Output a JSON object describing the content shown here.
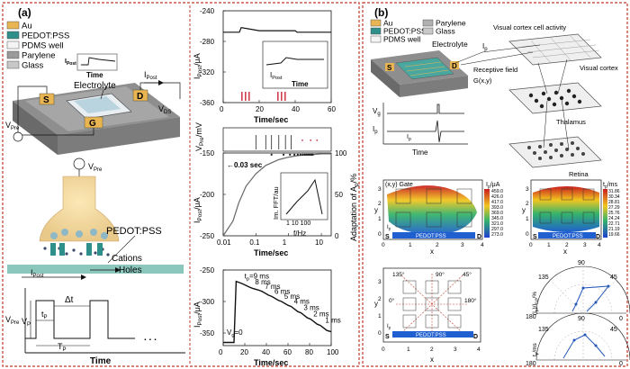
{
  "panel_a": {
    "label": "(a)",
    "legend": [
      {
        "name": "Au",
        "color": "#e9b452"
      },
      {
        "name": "PEDOT:PSS",
        "color": "#2f8f8a"
      },
      {
        "name": "PDMS well",
        "color": "#f4f4f4"
      },
      {
        "name": "Parylene",
        "color": "#9a9a9a"
      },
      {
        "name": "Glass",
        "color": "#c8c8c8"
      }
    ],
    "device": {
      "electrolyte": "Electrolyte",
      "s": "S",
      "d": "D",
      "g": "G",
      "ipost": "I",
      "ipost_sub": "Post",
      "vds": "V",
      "vds_sub": "DS",
      "vpre": "V",
      "vpre_sub": "Pre"
    },
    "inset": {
      "ylabel": "I",
      "ylabel_sub": "Post",
      "xlabel": "Time"
    },
    "synapse": {
      "vpre": "V",
      "vpre_sub": "Pre",
      "pedot": "PEDOT:PSS",
      "cations": "Cations",
      "holes": "Holes",
      "ipost": "I",
      "ipost_sub": "Post"
    },
    "pulse": {
      "ylabel": "V",
      "ylabel_sub": "Pre",
      "xlabel": "Time",
      "vp": "V",
      "vp_sub": "P",
      "tp": "t",
      "tp_sub": "P",
      "dt": "Δt",
      "Tp": "T",
      "Tp_sub": "P",
      "dots": ". . ."
    }
  },
  "panel_b": {
    "label": "(b)",
    "legend": [
      {
        "name": "Au",
        "color": "#e9b452"
      },
      {
        "name": "Parylene",
        "color": "#b0b0b0"
      },
      {
        "name": "PEDOT:PSS",
        "color": "#2f8f8a"
      },
      {
        "name": "Glass",
        "color": "#c8c8c8"
      },
      {
        "name": "PDMS well",
        "color": "#f4f4f4"
      }
    ],
    "device": {
      "electrolyte": "Electrolyte",
      "s": "S",
      "d": "D"
    },
    "vision": {
      "activity": "Visual cortex cell activity",
      "receptive": "Receptive field",
      "gxy": "G(x,y)",
      "ip": "I",
      "ip_sub": "p",
      "cortex": "Visual cortex",
      "thalamus": "Thalamus",
      "retina": "Retina"
    },
    "trace": {
      "vg": "V",
      "vg_sub": "g",
      "ip": "I",
      "ip_sub": "p",
      "ip2": "I",
      "ip2_sub": "p",
      "xlabel": "Time"
    },
    "map1": {
      "title": "(x,y) Gate",
      "unit": "I",
      "unit_sub": "p",
      "unit_tail": "/μA",
      "xlabel": "x",
      "ylabel": "y",
      "pedot": "PEDOT:PSS",
      "s": "S",
      "d": "D",
      "ip": "I",
      "ip_sub": "p",
      "scale": [
        "459.0",
        "426.0",
        "417.0",
        "393.0",
        "369.0",
        "345.0",
        "321.0",
        "297.0",
        "273.0"
      ]
    },
    "map2": {
      "unit": "t",
      "unit_sub": "p",
      "unit_tail": "/ms",
      "xlabel": "x",
      "ylabel": "y",
      "pedot": "PEDOT:PSS",
      "s": "S",
      "d": "D",
      "scale": [
        "31.86",
        "30.34",
        "28.81",
        "27.29",
        "25.76",
        "24.24",
        "22.71",
        "21.19",
        "19.66"
      ]
    },
    "orient": {
      "xlabel": "x",
      "ylabel": "y",
      "pedot": "PEDOT:PSS",
      "s": "S",
      "d": "D",
      "ip": "I",
      "ip_sub": "p",
      "angles": [
        "135°",
        "90°",
        "45°",
        "0°",
        "180°"
      ]
    },
    "polar1": {
      "ylabel": "(I",
      "ylabel_tail": ")/I",
      "sub1": "p",
      "sub2": "0,0",
      "pct": "/%",
      "a90": "90",
      "a135": "135",
      "a45": "45",
      "a180": "180",
      "a0": "0"
    },
    "polar2": {
      "ylabel": "t",
      "sub": "p",
      "tail": "/ms",
      "a90": "90",
      "a135": "135",
      "a45": "45",
      "a180": "180",
      "a0": "0"
    }
  },
  "chart_data": [
    {
      "type": "line",
      "xlabel": "Time/sec",
      "ylabel": "I",
      "ylabel_sub": "Post",
      "ylabel_tail": "/μA",
      "xlim": [
        0,
        60
      ],
      "xticks": [
        0,
        20,
        40,
        60
      ],
      "ylim": [
        -360,
        -240
      ],
      "yticks": [
        -360,
        -320,
        -280,
        -240
      ],
      "inset_ylabel": "I",
      "inset_ylabel_sub": "Post",
      "inset_xlabel": "Time",
      "series": [
        {
          "x": [
            0,
            1,
            2,
            3,
            4,
            5,
            6,
            7,
            8,
            9,
            10,
            15,
            20,
            25,
            30,
            35,
            40,
            41,
            42,
            45,
            50,
            55,
            60
          ],
          "values": [
            -268,
            -268,
            -268,
            -268,
            -268,
            -268,
            -268,
            -268,
            -268,
            -268,
            -262,
            -264,
            -266,
            -266,
            -266,
            -266,
            -266,
            -268,
            -268,
            -268,
            -268,
            -268,
            -268
          ]
        }
      ]
    },
    {
      "type": "line",
      "xlabel": "Time/sec",
      "ylabel_top": "V",
      "ylabel_top_sub": "Pre",
      "ylabel_top_tail": "/mV",
      "ylabel": "I",
      "ylabel_sub": "Post",
      "ylabel_tail": "/μA",
      "ylabel_right": "Adaptation of A",
      "ylabel_right_sub": "p",
      "ylabel_right_tail": "/%",
      "xscale": "log",
      "xticks": [
        "0.01",
        "0.1",
        "1",
        "10"
      ],
      "ylim_left": [
        -250,
        -150
      ],
      "yticks_left": [
        -250,
        -200,
        -150
      ],
      "yticks_right": [
        0,
        50,
        100
      ],
      "annotation": "0.03 sec",
      "inset_ylabel": "Im. FFT/au",
      "inset_xlabel": "f/Hz",
      "inset_xticks": [
        "1",
        "10",
        "100"
      ],
      "series": [
        {
          "x": [
            0.01,
            0.02,
            0.03,
            0.05,
            0.1,
            0.2,
            0.5,
            1,
            2,
            5,
            10,
            20
          ],
          "values": [
            -250,
            -232,
            -210,
            -190,
            -175,
            -165,
            -158,
            -155,
            -153,
            -152,
            -151,
            -151
          ]
        }
      ]
    },
    {
      "type": "line",
      "xlabel": "Time/sec",
      "ylabel": "I",
      "ylabel_sub": "Post",
      "ylabel_tail": "/μA",
      "xlim": [
        0,
        100
      ],
      "xticks": [
        0,
        20,
        40,
        60,
        80,
        100
      ],
      "ylim": [
        -370,
        -250
      ],
      "yticks": [
        -350,
        -300,
        -250
      ],
      "annotation_vg": "V",
      "annotation_vg_sub": "g",
      "annotation_vg_tail": "=0",
      "steps": [
        {
          "label": "t",
          "sub": "p",
          "tail": "=9 ms",
          "x": 18,
          "y": -268
        },
        {
          "label": "8 ms",
          "x": 27,
          "y": -277
        },
        {
          "label": "7 ms",
          "x": 36,
          "y": -284
        },
        {
          "label": "6 ms",
          "x": 45,
          "y": -292
        },
        {
          "label": "5 ms",
          "x": 54,
          "y": -300
        },
        {
          "label": "4 ms",
          "x": 63,
          "y": -308
        },
        {
          "label": "3 ms",
          "x": 72,
          "y": -318
        },
        {
          "label": "2 ms",
          "x": 81,
          "y": -328
        },
        {
          "label": "1 ms",
          "x": 92,
          "y": -338
        }
      ],
      "series": [
        {
          "x": [
            0,
            10,
            12,
            18,
            24,
            27,
            33,
            36,
            42,
            45,
            51,
            54,
            60,
            63,
            69,
            72,
            78,
            81,
            87,
            90,
            96,
            100
          ],
          "values": [
            -365,
            -365,
            -268,
            -272,
            -277,
            -279,
            -282,
            -284,
            -290,
            -292,
            -298,
            -300,
            -306,
            -308,
            -316,
            -318,
            -326,
            -328,
            -336,
            -338,
            -346,
            -348
          ]
        }
      ]
    }
  ]
}
